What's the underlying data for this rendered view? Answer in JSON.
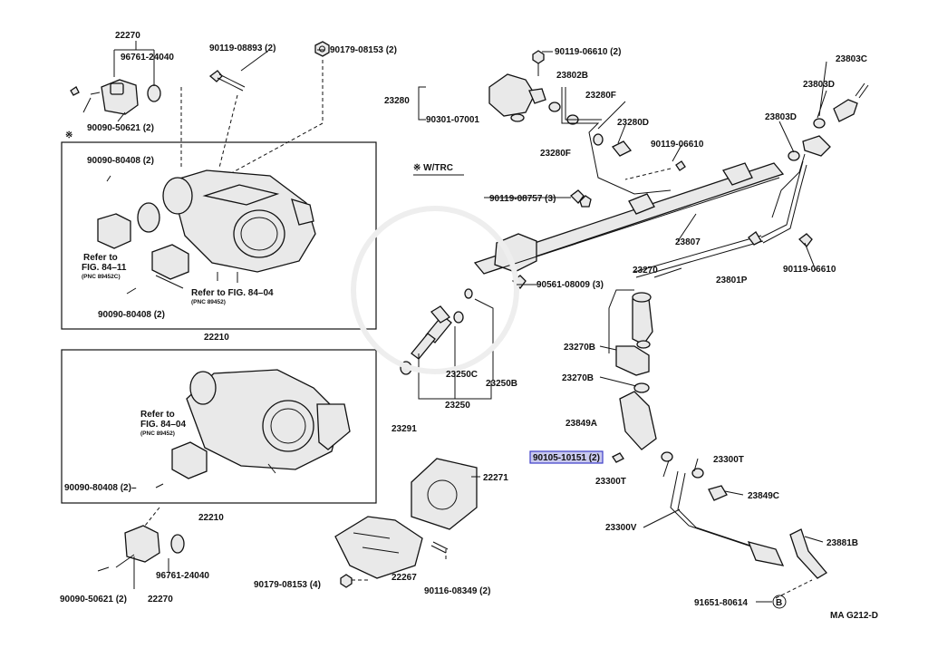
{
  "labels": {
    "p22270_top": "22270",
    "p96761_top": "96761-24040",
    "p90119_08893": "90119-08893 (2)",
    "p90179_top": "90179-08153 (2)",
    "p90090_50621_top": "90090-50621 (2)",
    "ast_top": "※",
    "p90090_80408_a": "90090-80408 (2)",
    "ref_84_11_a": "Refer to",
    "ref_84_11_b": "FIG. 84–11",
    "ref_84_11_c": "(PNC 89452C)",
    "ref_84_04_top_a": "Refer to FIG. 84–04",
    "ref_84_04_top_b": "(PNC 89452)",
    "p90090_80408_b": "90090-80408 (2)",
    "p22210_top": "22210",
    "w_trc": "※ W/TRC",
    "p23280": "23280",
    "p90301": "90301-07001",
    "p90119_06610_a": "90119-06610 (2)",
    "p23802B": "23802B",
    "p23280F_top": "23280F",
    "p23280D": "23280D",
    "p23280F_bot": "23280F",
    "p90119_06610_b": "90119-06610",
    "p23803C": "23803C",
    "p23803D_a": "23803D",
    "p23803D_b": "23803D",
    "p90119_08757": "90119-08757 (3)",
    "p23807": "23807",
    "p90119_06610_c": "90119-06610",
    "p90561": "90561-08009 (3)",
    "p23270": "23270",
    "p23801P": "23801P",
    "p23270B_a": "23270B",
    "p23270B_b": "23270B",
    "p23250C": "23250C",
    "p23250B": "23250B",
    "p23250": "23250",
    "p23291": "23291",
    "p23849A": "23849A",
    "ref_84_04_bot_a": "Refer to",
    "ref_84_04_bot_b": "FIG. 84–04",
    "ref_84_04_bot_c": "(PNC 89452)",
    "p90105": "90105-10151 (2)",
    "p23300T_r": "23300T",
    "p23300T_l": "23300T",
    "p23849C": "23849C",
    "p90090_80408_c": "90090-80408 (2)–",
    "p22271": "22271",
    "p22210_bot": "22210",
    "p23300V": "23300V",
    "p23881B": "23881B",
    "p96761_bot": "96761-24040",
    "p90179_bot": "90179-08153 (4)",
    "p22267": "22267",
    "p90116": "90116-08349 (2)",
    "p90090_50621_bot": "90090-50621 (2)",
    "p22270_bot": "22270",
    "p91651": "91651-80614",
    "circle_b": "B",
    "ma_code": "MA  G212-D"
  },
  "highlighted_part": "90105-10151 (2)",
  "colors": {
    "highlight_fill": "#c9c9ee",
    "highlight_stroke": "#3d3dc8",
    "ink": "#111111"
  }
}
